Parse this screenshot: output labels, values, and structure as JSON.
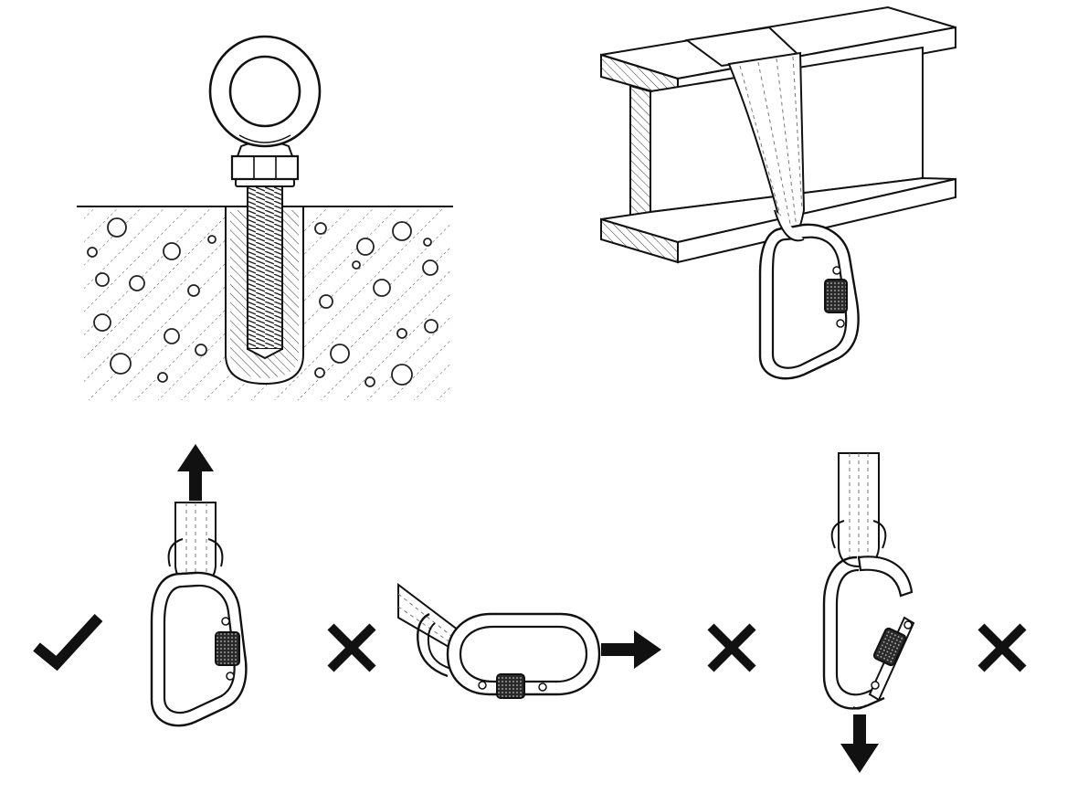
{
  "diagram": {
    "panels": [
      {
        "id": "eye-bolt-in-concrete",
        "kind": "anchor-illustration"
      },
      {
        "id": "sling-on-steel-beam",
        "kind": "anchor-illustration"
      }
    ],
    "load_cases": [
      {
        "id": "inline-axial-load",
        "verdict": "correct",
        "mark_icon": "check-mark-icon",
        "arrow": "up"
      },
      {
        "id": "horizontal-cross-load",
        "verdict": "incorrect",
        "mark_icon": "cross-mark-icon",
        "arrow": "right"
      },
      {
        "id": "open-gate-load",
        "verdict": "incorrect",
        "mark_icon": "cross-mark-icon",
        "arrow": "down"
      }
    ],
    "colors": {
      "ink": "#111111",
      "paper": "#ffffff",
      "sleeve": "#2a2a2a",
      "hatch": "#444444"
    }
  }
}
